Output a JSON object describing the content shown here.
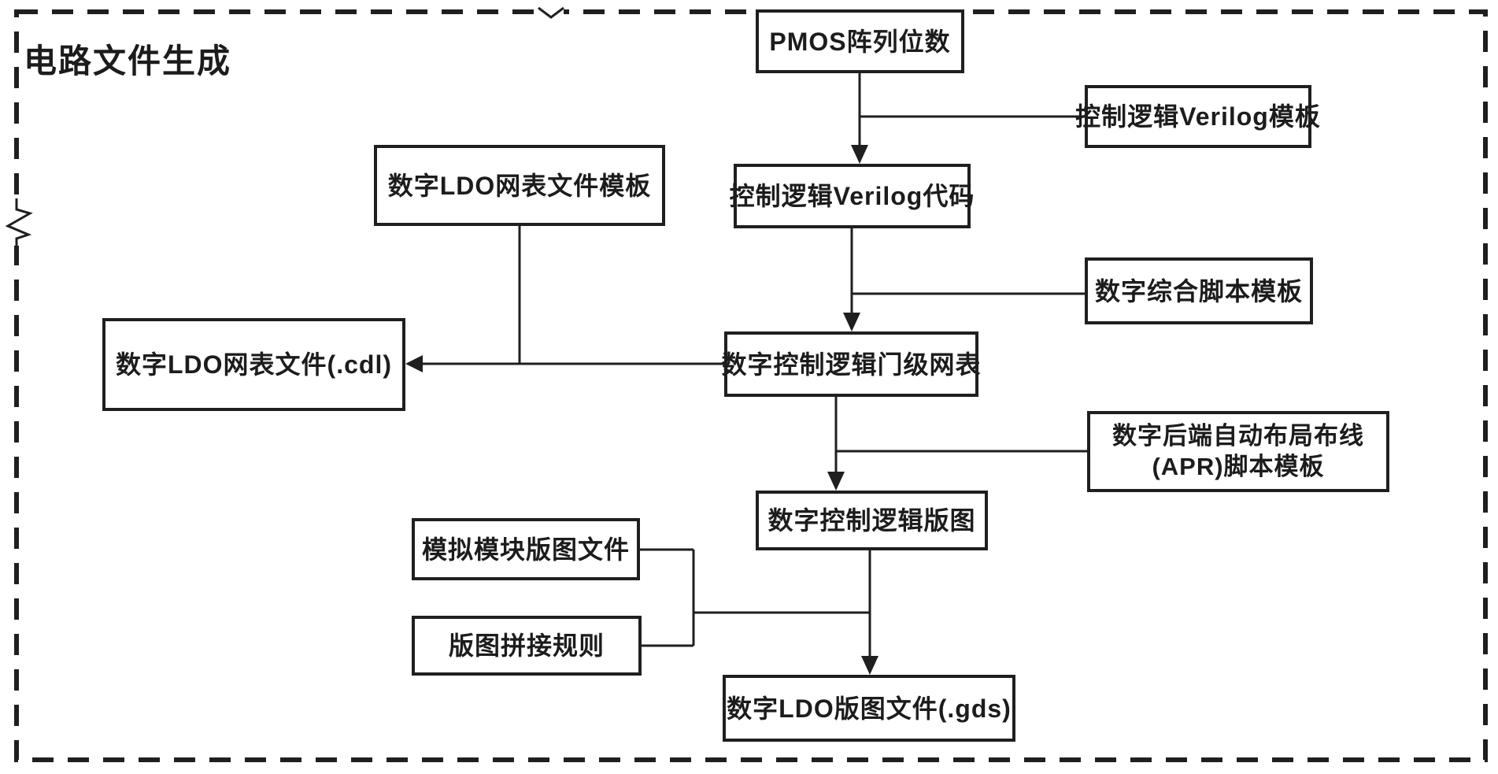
{
  "figure": {
    "title": "电路文件生成"
  },
  "colors": {
    "ink": "#1f1f1f",
    "background": "#ffffff"
  },
  "nodes": {
    "pmos_bits": {
      "label": "PMOS阵列位数"
    },
    "verilog_template": {
      "label": "控制逻辑Verilog模板"
    },
    "verilog_code": {
      "label": "控制逻辑Verilog代码"
    },
    "ldo_netlist_template": {
      "label": "数字LDO网表文件模板"
    },
    "synthesis_template": {
      "label": "数字综合脚本模板"
    },
    "gate_netlist": {
      "label": "数字控制逻辑门级网表"
    },
    "ldo_netlist_file": {
      "label": "数字LDO网表文件(.cdl)"
    },
    "apr_template": {
      "label_line1": "数字后端自动布局布线",
      "label_line2": "(APR)脚本模板"
    },
    "digital_layout": {
      "label": "数字控制逻辑版图"
    },
    "analog_layout_file": {
      "label": "模拟模块版图文件"
    },
    "stitch_rules": {
      "label": "版图拼接规则"
    },
    "ldo_layout_file": {
      "label": "数字LDO版图文件(.gds)"
    }
  }
}
